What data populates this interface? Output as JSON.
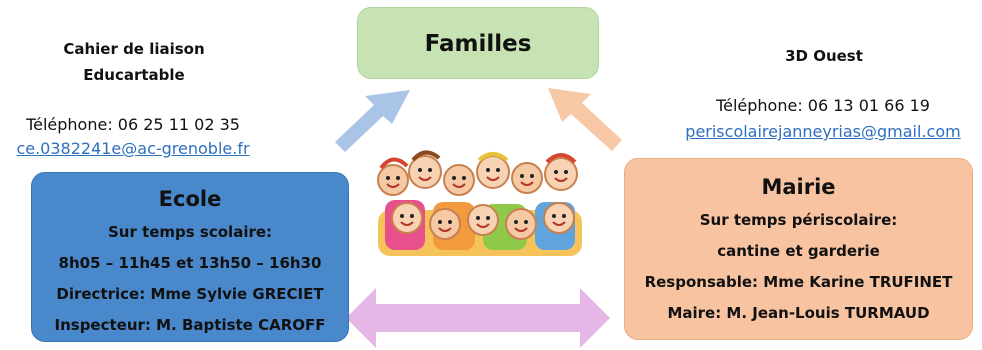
{
  "familles": {
    "title": "Familles"
  },
  "left_info": {
    "line1": "Cahier de liaison",
    "line2": "Educartable",
    "phone": "Téléphone: 06 25 11 02 35",
    "email": "ce.0382241e@ac-grenoble.fr"
  },
  "right_info": {
    "name": "3D Ouest",
    "phone": "Téléphone: 06 13 01 66 19",
    "email": "periscolairejanneyrias@gmail.com"
  },
  "ecole": {
    "title": "Ecole",
    "lines": [
      "Sur temps scolaire:",
      "8h05 – 11h45 et 13h50 – 16h30",
      "Directrice: Mme Sylvie GRECIET",
      "Inspecteur: M. Baptiste CAROFF"
    ]
  },
  "mairie": {
    "title": "Mairie",
    "lines": [
      "Sur temps périscolaire:",
      "cantine et garderie",
      "Responsable: Mme Karine TRUFINET",
      "Maire: M. Jean-Louis TURMAUD"
    ]
  },
  "colors": {
    "familles_box": "#c7e3b3",
    "ecole_box": "#4a88cc",
    "mairie_box": "#f7c3a1",
    "arrow_left": "#aac4e8",
    "arrow_right": "#f7c8a6",
    "arrow_bottom": "#e3b6e6"
  },
  "image": {
    "icon": "children-cartoon-illustration"
  }
}
